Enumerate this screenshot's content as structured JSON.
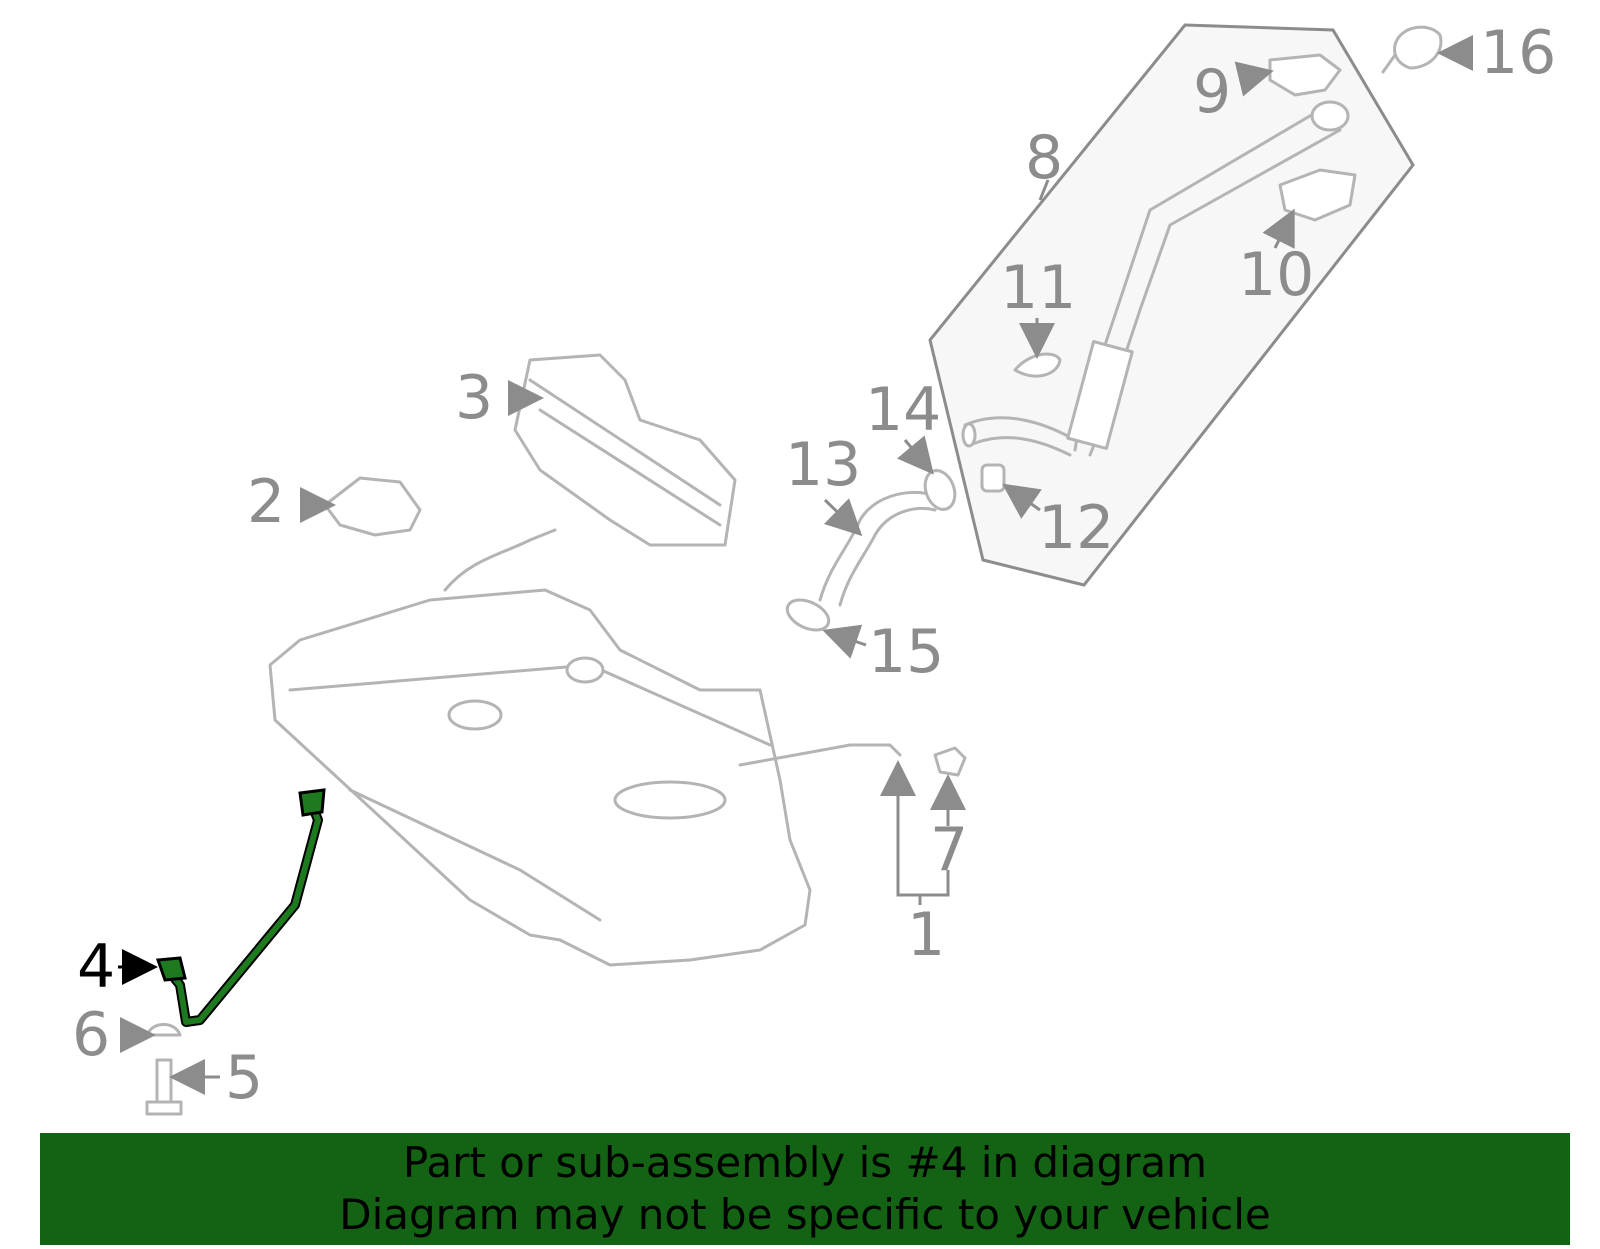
{
  "labels": {
    "p1": "1",
    "p2": "2",
    "p3": "3",
    "p4": "4",
    "p5": "5",
    "p6": "6",
    "p7": "7",
    "p8": "8",
    "p9": "9",
    "p10": "10",
    "p11": "11",
    "p12": "12",
    "p13": "13",
    "p14": "14",
    "p15": "15",
    "p16": "16"
  },
  "highlighted_part": "4",
  "colors": {
    "highlight": "#1e7a1e",
    "banner": "#146314",
    "label": "#8c8c8c",
    "line_art": "#b4b4b4"
  },
  "banner": {
    "line1": "Part or sub-assembly is #4 in diagram",
    "line2": "Diagram may not be specific to your vehicle"
  }
}
